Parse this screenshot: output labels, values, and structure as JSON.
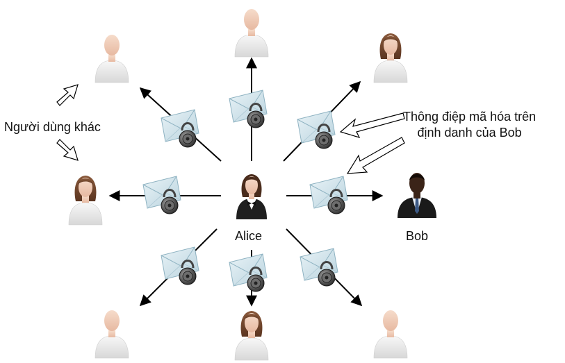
{
  "labels": {
    "alice": "Alice",
    "bob": "Bob",
    "other_users": "Người dùng khác",
    "note_line1": "Thông điệp mã hóa trên",
    "note_line2": "định danh của Bob"
  },
  "people": {
    "alice": {
      "type": "sender",
      "skin": "light"
    },
    "bob": {
      "type": "recipient",
      "skin": "dark",
      "suit": true
    },
    "others": [
      "male",
      "male",
      "female",
      "female",
      "female",
      "male",
      "male"
    ]
  },
  "icons": {
    "message": "envelope-icon",
    "encryption": "padlock-icon",
    "user": "user-avatar-icon"
  },
  "colors": {
    "arrow": "#000000",
    "envelope": "#cfe3ec",
    "lock": "#3a3a3a",
    "shirt": "#efefef",
    "skin_light": "#f3d2c0",
    "skin_dark": "#3b2418",
    "suit": "#1a1a1a"
  }
}
